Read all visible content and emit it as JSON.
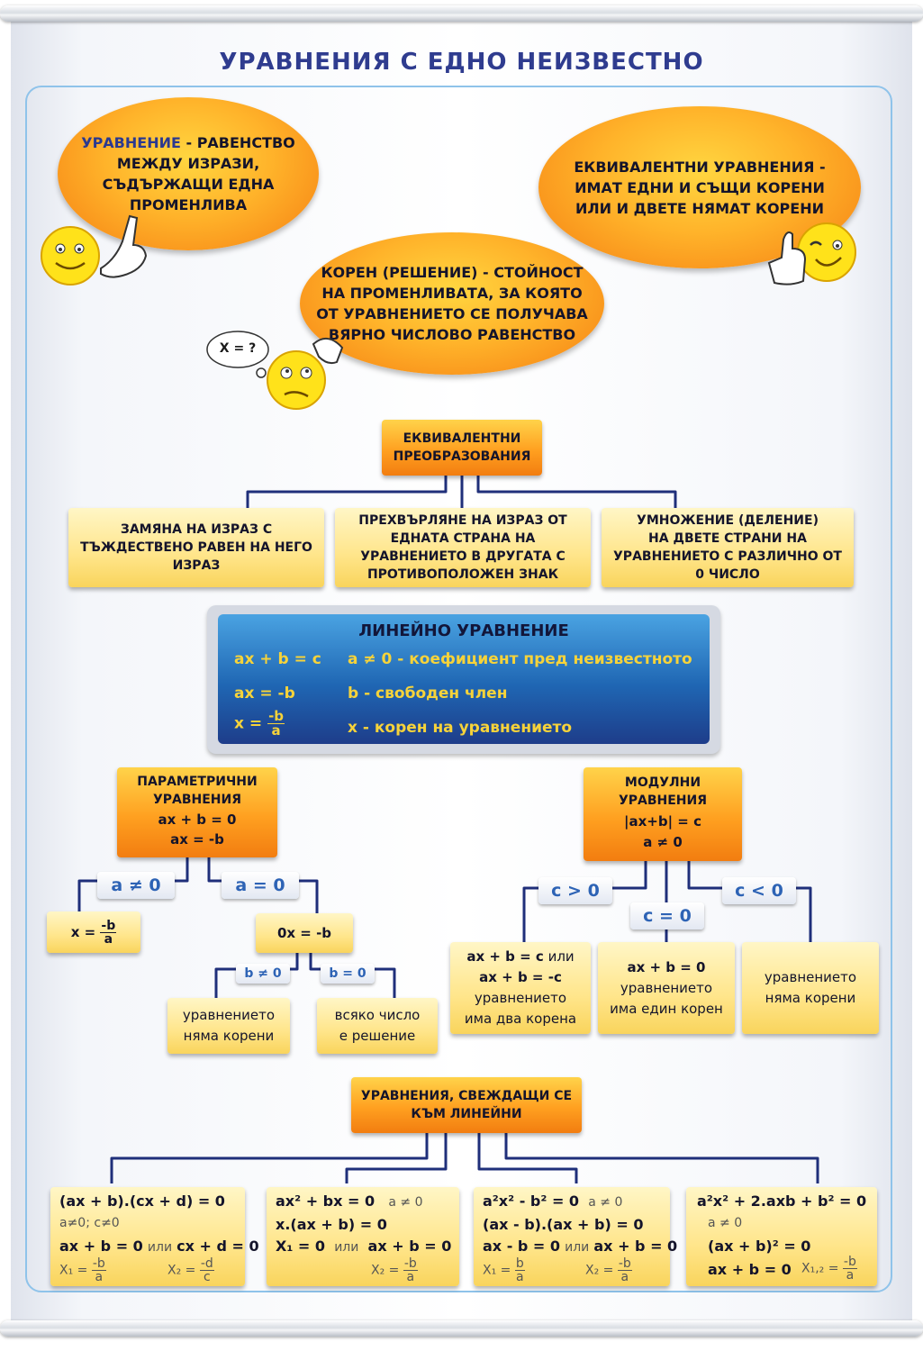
{
  "title": "УРАВНЕНИЯ С ЕДНО НЕИЗВЕСТНО",
  "ovals": {
    "equation": {
      "term": "УРАВНЕНИЕ",
      "text1": " - РАВЕНСТВО",
      "text2": "МЕЖДУ ИЗРАЗИ,",
      "text3": "СЪДЪРЖАЩИ ЕДНА",
      "text4": "ПРОМЕНЛИВА"
    },
    "equivalent": {
      "line1": "ЕКВИВАЛЕНТНИ УРАВНЕНИЯ -",
      "line2": "ИМАТ ЕДНИ И СЪЩИ КОРЕНИ",
      "line3": "ИЛИ И ДВЕТЕ НЯМАТ КОРЕНИ"
    },
    "root": {
      "line1": "КОРЕН (РЕШЕНИЕ) - СТОЙНОСТ",
      "line2": "НА ПРОМЕНЛИВАТА, ЗА КОЯТО",
      "line3": "ОТ УРАВНЕНИЕТО СЕ ПОЛУЧАВА",
      "line4": "ВЯРНО ЧИСЛОВО РАВЕНСТВО"
    },
    "bubble": "X = ?"
  },
  "transformations": {
    "title1": "ЕКВИВАЛЕНТНИ",
    "title2": "ПРЕОБРАЗОВАНИЯ",
    "items": [
      {
        "l1": "ЗАМЯНА НА ИЗРАЗ С",
        "l2": "ТЪЖДЕСТВЕНО РАВЕН НА НЕГО",
        "l3": "ИЗРАЗ",
        "l4": ""
      },
      {
        "l1": "ПРЕХВЪРЛЯНЕ НА ИЗРАЗ ОТ",
        "l2": "ЕДНАТА СТРАНА НА",
        "l3": "УРАВНЕНИЕТО В ДРУГАТА С",
        "l4": "ПРОТИВОПОЛОЖЕН ЗНАК"
      },
      {
        "l1": "УМНОЖЕНИЕ (ДЕЛЕНИЕ)",
        "l2": "НА ДВЕТЕ СТРАНИ НА",
        "l3": "УРАВНЕНИЕТО С РАЗЛИЧНО ОТ",
        "l4": "0 ЧИСЛО"
      }
    ]
  },
  "linear": {
    "title": "ЛИНЕЙНО УРАВНЕНИЕ",
    "eq1": "ax + b = c",
    "eq2": "ax = -b",
    "eq3_lhs": "x =",
    "eq3_num": "-b",
    "eq3_den": "a",
    "def1": "a ≠ 0 - коефициент пред неизвестното",
    "def2": "b - свободен член",
    "def3": "x - корен на уравнението"
  },
  "parametric": {
    "title1": "ПАРАМЕТРИЧНИ",
    "title2": "УРАВНЕНИЯ",
    "eq1": "ax + b = 0",
    "eq2": "ax = -b",
    "case_a_ne0": "a ≠ 0",
    "case_a_eq0": "a = 0",
    "sol_lhs": "x =",
    "sol_num": "-b",
    "sol_den": "a",
    "zero_eq": "0x = -b",
    "case_b_ne0": "b ≠ 0",
    "case_b_eq0": "b = 0",
    "no_roots_1": "уравнението",
    "no_roots_2": "няма корени",
    "any_1": "всяко число",
    "any_2": "е решение"
  },
  "modular": {
    "title1": "МОДУЛНИ",
    "title2": "УРАВНЕНИЯ",
    "eq1": "|ax+b| = c",
    "eq2": "a ≠ 0",
    "case_gt": "c > 0",
    "case_eq": "c = 0",
    "case_lt": "c < 0",
    "gt_l1": "ax + b = c",
    "gt_or": " или",
    "gt_l2": "ax + b = -c",
    "gt_l3": "уравнението",
    "gt_l4": "има два корена",
    "eq_l1": "ax + b = 0",
    "eq_l2": "уравнението",
    "eq_l3": "има един корен",
    "lt_l1": "уравнението",
    "lt_l2": "няма корени"
  },
  "reducible": {
    "title1": "УРАВНЕНИЯ, СВЕЖДАЩИ СЕ",
    "title2": "КЪМ ЛИНЕЙНИ",
    "box1": {
      "l1": "(ax + b).(cx + d) = 0",
      "l2": "a≠0; c≠0",
      "l3a": "ax + b = 0",
      "l3or": "или",
      "l3b": "cx + d = 0",
      "x1": "X₁ =",
      "x1n": "-b",
      "x1d": "a",
      "x2": "X₂ =",
      "x2n": "-d",
      "x2d": "c"
    },
    "box2": {
      "l1": "ax² + bx = 0",
      "l1c": "a ≠ 0",
      "l2": "x.(ax + b) = 0",
      "l3a": "X₁ = 0",
      "l3or": "или",
      "l3b": "ax + b = 0",
      "x2": "X₂ =",
      "x2n": "-b",
      "x2d": "a"
    },
    "box3": {
      "l1": "a²x² - b² = 0",
      "l1c": "a ≠ 0",
      "l2": "(ax - b).(ax + b) = 0",
      "l3a": "ax - b = 0",
      "l3or": "или",
      "l3b": "ax + b = 0",
      "x1": "X₁ =",
      "x1n": "b",
      "x1d": "a",
      "x2": "X₂ =",
      "x2n": "-b",
      "x2d": "a"
    },
    "box4": {
      "l1": "a²x² + 2.axb + b² = 0",
      "l2": "a ≠ 0",
      "l3": "(ax + b)² = 0",
      "l4": "ax + b = 0",
      "x12": "X₁,₂ =",
      "x12n": "-b",
      "x12d": "a"
    }
  },
  "colors": {
    "title": "#2f3c8f",
    "tag_text": "#2d63b5",
    "connector": "#1f2f7a",
    "linear_text": "#f6d33a"
  }
}
